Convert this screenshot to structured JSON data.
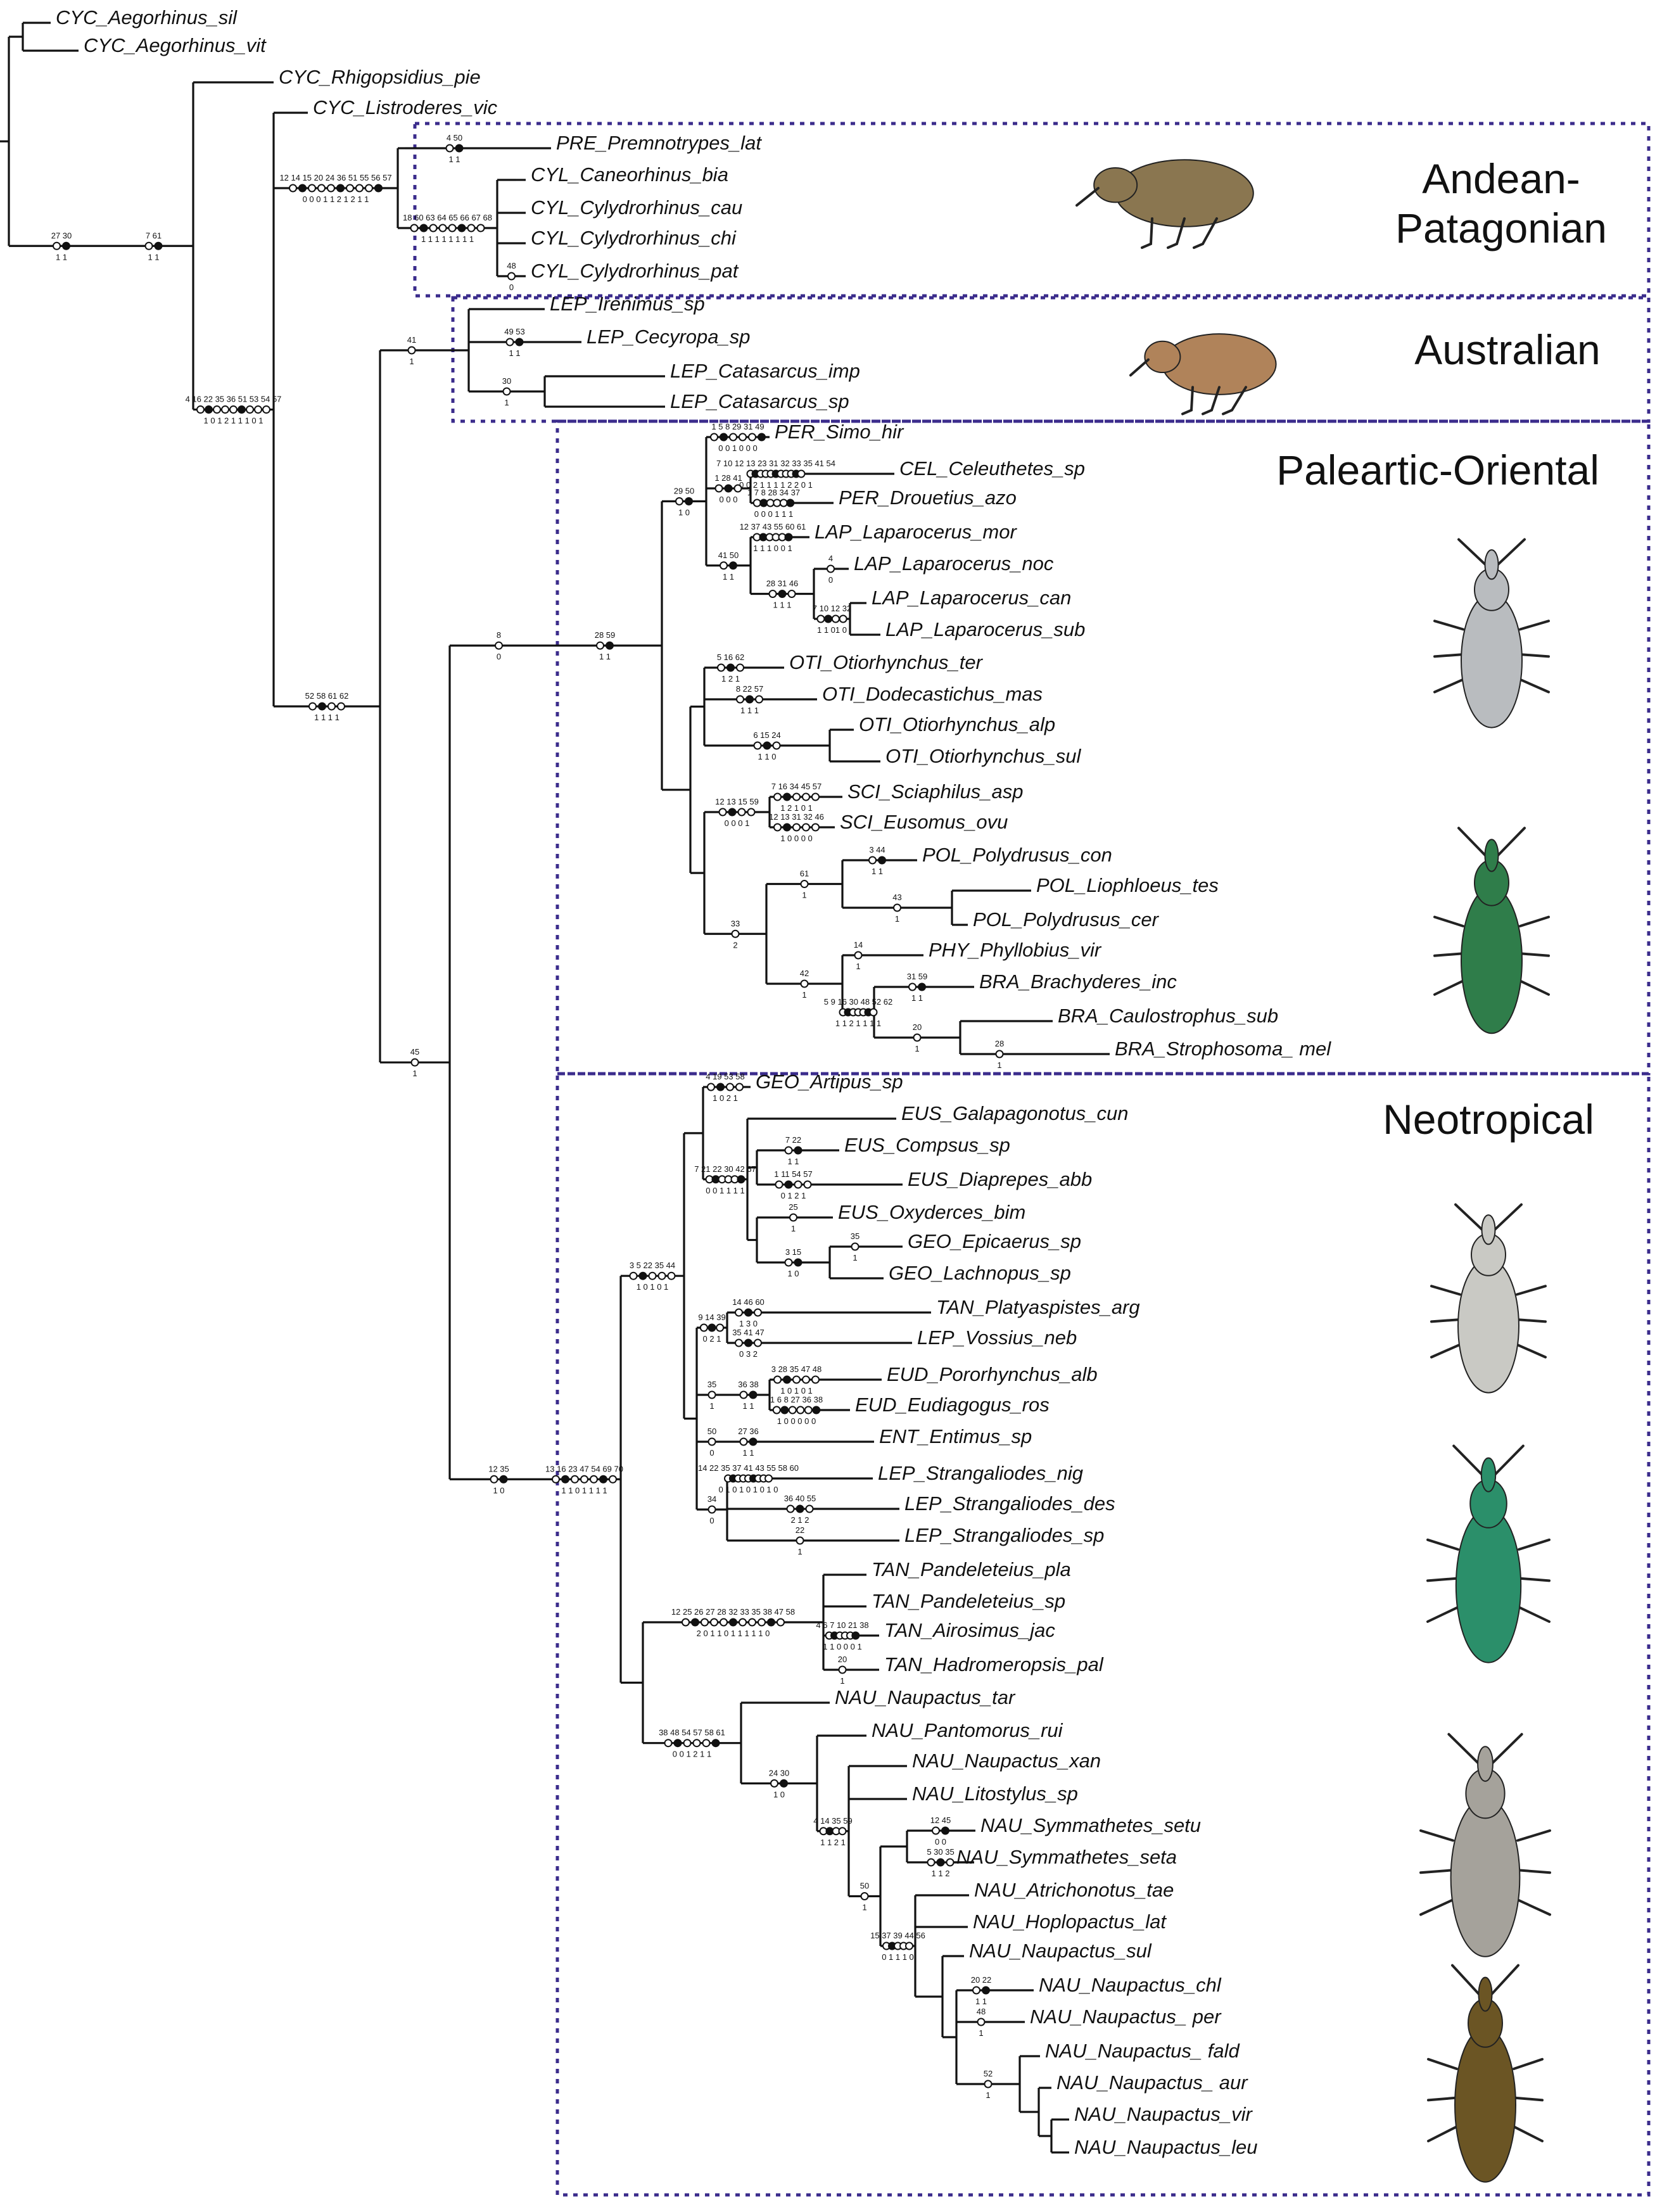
{
  "regions": [
    {
      "label": "Andean-\nPatagonian"
    },
    {
      "label": "Australian"
    },
    {
      "label": "Paleartic-Oriental"
    },
    {
      "label": "Neotropical"
    }
  ],
  "taxa": [
    "CYC_Aegorhinus_sil",
    "CYC_Aegorhinus_vit",
    "CYC_Rhigopsidius_pie",
    "CYC_Listroderes_vic",
    "PRE_Premnotrypes_lat",
    "CYL_Caneorhinus_bia",
    "CYL_Cylydrorhinus_cau",
    "CYL_Cylydrorhinus_chi",
    "CYL_Cylydrorhinus_pat",
    "LEP_Irenimus_sp",
    "LEP_Cecyropa_sp",
    "LEP_Catasarcus_imp",
    "LEP_Catasarcus_sp",
    "PER_Simo_hir",
    "CEL_Celeuthetes_sp",
    "PER_Drouetius_azo",
    "LAP_Laparocerus_mor",
    "LAP_Laparocerus_noc",
    "LAP_Laparocerus_can",
    "LAP_Laparocerus_sub",
    "OTI_Otiorhynchus_ter",
    "OTI_Dodecastichus_mas",
    "OTI_Otiorhynchus_alp",
    "OTI_Otiorhynchus_sul",
    "SCI_Sciaphilus_asp",
    "SCI_Eusomus_ovu",
    "POL_Polydrusus_con",
    "POL_Liophloeus_tes",
    "POL_Polydrusus_cer",
    "PHY_Phyllobius_vir",
    "BRA_Brachyderes_inc",
    "BRA_Caulostrophus_sub",
    "BRA_Strophosoma_ mel",
    "GEO_Artipus_sp",
    "EUS_Galapagonotus_cun",
    "EUS_Compsus_sp",
    "EUS_Diaprepes_abb",
    "EUS_Oxyderces_bim",
    "GEO_Epicaerus_sp",
    "GEO_Lachnopus_sp",
    "TAN_Platyaspistes_arg",
    "LEP_Vossius_neb",
    "EUD_Pororhynchus_alb",
    "EUD_Eudiagogus_ros",
    "ENT_Entimus_sp",
    "LEP_Strangaliodes_nig",
    "LEP_Strangaliodes_des",
    "LEP_Strangaliodes_sp",
    "TAN_Pandeleteius_pla",
    "TAN_Pandeleteius_sp",
    "TAN_Airosimus_jac",
    "TAN_Hadromeropsis_pal",
    "NAU_Naupactus_tar",
    "NAU_Pantomorus_rui",
    "NAU_Naupactus_xan",
    "NAU_Litostylus_sp",
    "NAU_Symmathetes_setu",
    "NAU_Symmathetes_seta",
    "NAU_Atrichonotus_tae",
    "NAU_Hoplopactus_lat",
    "NAU_Naupactus_sul",
    "NAU_Naupactus_chl",
    "NAU_Naupactus_ per",
    "NAU_Naupactus_ fald",
    "NAU_Naupactus_ aur",
    "NAU_Naupactus_vir",
    "NAU_Naupactus_leu"
  ],
  "character_labels": [
    {
      "chars": "12 25 26 27 28 32 33 35 38 47 58",
      "states": "2 0 1 1 0 1 1 1 1 1 0"
    },
    {
      "chars": "36 40 55",
      "states": "2 1 2"
    },
    {
      "chars": "22",
      "states": "1"
    },
    {
      "chars": "6 15 24",
      "states": "1 1 0"
    },
    {
      "chars": "12 14 15 20 24 36 51 55 56 57",
      "states": "0 0 0 1 1 2 1 2 1 1"
    },
    {
      "chars": "28 59",
      "states": "1 1"
    },
    {
      "chars": "43",
      "states": "1"
    },
    {
      "chars": "52 58 61 62",
      "states": "1 1 1 1"
    },
    {
      "chars": "27 30",
      "states": "1 1"
    },
    {
      "chars": "18 60 63 64 65 66 67 68",
      "states": "1 1 1 1 1 1 1 1"
    },
    {
      "chars": "4 50",
      "states": "1 1"
    },
    {
      "chars": "8",
      "states": "0"
    },
    {
      "chars": "12 35",
      "states": "1 0"
    },
    {
      "chars": "38 48 54 57 58 61",
      "states": "0 0 1 2 1 1"
    },
    {
      "chars": "49 53",
      "states": "1 1"
    },
    {
      "chars": "8 22 57",
      "states": "1 1 1"
    },
    {
      "chars": "31 59",
      "states": "1 1"
    },
    {
      "chars": "20",
      "states": "1"
    },
    {
      "chars": "4 16 22 35 36 51 53 54 57",
      "states": "1 0 1 2 1 1 1 0 1"
    },
    {
      "chars": "7 61",
      "states": "1 1"
    },
    {
      "chars": "28",
      "states": "1"
    },
    {
      "chars": "30",
      "states": "1"
    },
    {
      "chars": "61",
      "states": "1"
    },
    {
      "chars": "42",
      "states": "1"
    },
    {
      "chars": "24 30",
      "states": "1 0"
    },
    {
      "chars": "13 16 23 47 54 69 70",
      "states": "1 1 0 1 1 1 1"
    },
    {
      "chars": "7 22",
      "states": "1 1"
    },
    {
      "chars": "1 11 54 57",
      "states": "0 1 2 1"
    },
    {
      "chars": "25",
      "states": "1"
    },
    {
      "chars": "3 15",
      "states": "1 0"
    },
    {
      "chars": "45",
      "states": "1"
    },
    {
      "chars": "3 44",
      "states": "1 1"
    },
    {
      "chars": "12 45",
      "states": "0 0"
    },
    {
      "chars": "5 30 35",
      "states": "1 1 2"
    },
    {
      "chars": "12 13 15 59",
      "states": "0 0 0 1"
    },
    {
      "chars": "41",
      "states": "1"
    },
    {
      "chars": "1 5 8 29 31 49",
      "states": "0 0 1 0 0 0"
    },
    {
      "chars": "28 31 46",
      "states": "1 1 1"
    },
    {
      "chars": "3 5 22 35 44",
      "states": "1 0 1 0 1"
    },
    {
      "chars": "52",
      "states": "1"
    },
    {
      "chars": "33",
      "states": "2"
    },
    {
      "chars": "7 16 34 45 57",
      "states": "1 2 1 0 1"
    },
    {
      "chars": "12 13 31 32 46",
      "states": "1 0 0 0 0"
    },
    {
      "chars": "3 28 35 47 48",
      "states": "1 0 1 0 1"
    },
    {
      "chars": "1 6 8 27 36 38",
      "states": "1 0 0 0 0 0"
    },
    {
      "chars": "5 16 62",
      "states": "1 2 1"
    },
    {
      "chars": "7 10 12 13 23 31 32 33 35 41 54",
      "states": "0 0 2 1 1 1 1 2 2 0 1"
    },
    {
      "chars": "35",
      "states": "1"
    },
    {
      "chars": "20 22",
      "states": "1 1"
    },
    {
      "chars": "48",
      "states": "1"
    },
    {
      "chars": "1 7 8 28 34 37",
      "states": "0 0 0 1 1 1"
    },
    {
      "chars": "29 50",
      "states": "1 0"
    },
    {
      "chars": "1 28 41",
      "states": "0 0 0"
    },
    {
      "chars": "41 50",
      "states": "1 1"
    },
    {
      "chars": "12 37 43 55 60 61",
      "states": "1 1 1 0 0 1"
    },
    {
      "chars": "4 19 53 58",
      "states": "1 0 2 1"
    },
    {
      "chars": "7 21 22 30 42 67",
      "states": "0 0 1 1 1 1"
    },
    {
      "chars": "14 46 60",
      "states": "1 3 0"
    },
    {
      "chars": "35 41 47",
      "states": "0 3 2"
    },
    {
      "chars": "36 38",
      "states": "1 1"
    },
    {
      "chars": "27 36",
      "states": "1 1"
    },
    {
      "chars": "14 22 35 37 41 43 55 58 60",
      "states": "0 1 0 1 0 1 0 1 0"
    },
    {
      "chars": "4 6 7 10 21 38",
      "states": "1 1 0 0 0 1"
    },
    {
      "chars": "20",
      "states": "1"
    },
    {
      "chars": "7 10 12 32",
      "states": "1 1 01 0"
    },
    {
      "chars": "15 37 39 44 56",
      "states": "0 1 1 1 0"
    },
    {
      "chars": "4",
      "states": "0"
    },
    {
      "chars": "14",
      "states": "1"
    },
    {
      "chars": "5 9 16 30 48 52 62",
      "states": "1 1 2 1 1 1 1"
    },
    {
      "chars": "4 14 35 59",
      "states": "1 1 2 1"
    },
    {
      "chars": "50",
      "states": "1"
    },
    {
      "chars": "9 14 39",
      "states": "0 2 1"
    },
    {
      "chars": "35",
      "states": "1"
    },
    {
      "chars": "50",
      "states": "0"
    },
    {
      "chars": "34",
      "states": "0"
    },
    {
      "chars": "48",
      "states": "0"
    }
  ],
  "photos": [
    {
      "icon": "weevil-photo",
      "color": "#8a7650"
    },
    {
      "icon": "weevil-photo",
      "color": "#b0835a"
    },
    {
      "icon": "weevil-photo",
      "color": "#b9bcbf"
    },
    {
      "icon": "weevil-photo",
      "color": "#2f7d4a"
    },
    {
      "icon": "weevil-photo",
      "color": "#c9c9c4"
    },
    {
      "icon": "weevil-photo",
      "color": "#2b8f6a"
    },
    {
      "icon": "weevil-photo",
      "color": "#a5a29b"
    },
    {
      "icon": "weevil-photo",
      "color": "#6b5524"
    }
  ],
  "colors": {
    "region_border": "#3b2c8c",
    "branch": "#111111"
  }
}
